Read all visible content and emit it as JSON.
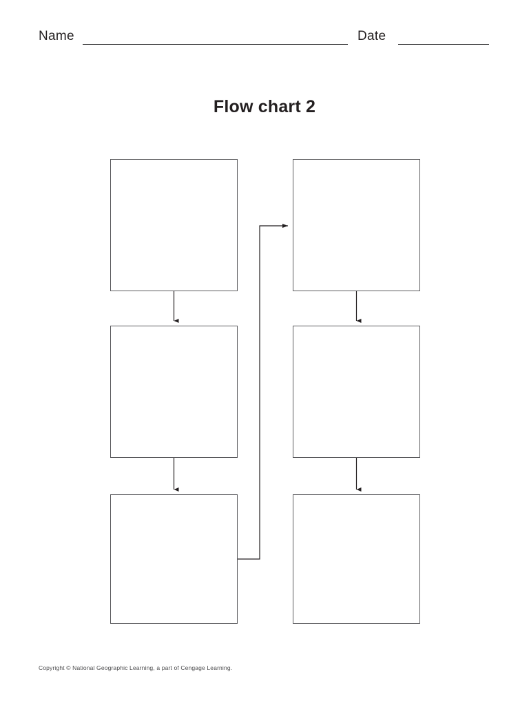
{
  "page": {
    "background_color": "#ffffff",
    "text_color": "#231f20",
    "line_color": "#58585b"
  },
  "header": {
    "name_label": "Name",
    "date_label": "Date",
    "name_value": "",
    "date_value": "",
    "name_placeholder": "",
    "date_placeholder": ""
  },
  "title": "Flow chart 2",
  "chart_data": {
    "type": "diagram",
    "diagram_kind": "flow-chart",
    "title": "Flow chart 2",
    "columns": 2,
    "rows": 3,
    "nodes": [
      {
        "id": "l1",
        "label": "",
        "column": "left",
        "row": 1
      },
      {
        "id": "l2",
        "label": "",
        "column": "left",
        "row": 2
      },
      {
        "id": "l3",
        "label": "",
        "column": "left",
        "row": 3
      },
      {
        "id": "r1",
        "label": "",
        "column": "right",
        "row": 1
      },
      {
        "id": "r2",
        "label": "",
        "column": "right",
        "row": 2
      },
      {
        "id": "r3",
        "label": "",
        "column": "right",
        "row": 3
      }
    ],
    "edges": [
      {
        "from": "l1",
        "to": "l2",
        "style": "straight-down",
        "arrow": true
      },
      {
        "from": "l2",
        "to": "l3",
        "style": "straight-down",
        "arrow": true
      },
      {
        "from": "l3",
        "to": "r1",
        "style": "elbow-right-up",
        "arrow": true
      },
      {
        "from": "r1",
        "to": "r2",
        "style": "straight-down",
        "arrow": true
      },
      {
        "from": "r2",
        "to": "r3",
        "style": "straight-down",
        "arrow": true
      }
    ]
  },
  "footer": {
    "copyright": "Copyright © National Geographic Learning, a part of Cengage Learning."
  }
}
